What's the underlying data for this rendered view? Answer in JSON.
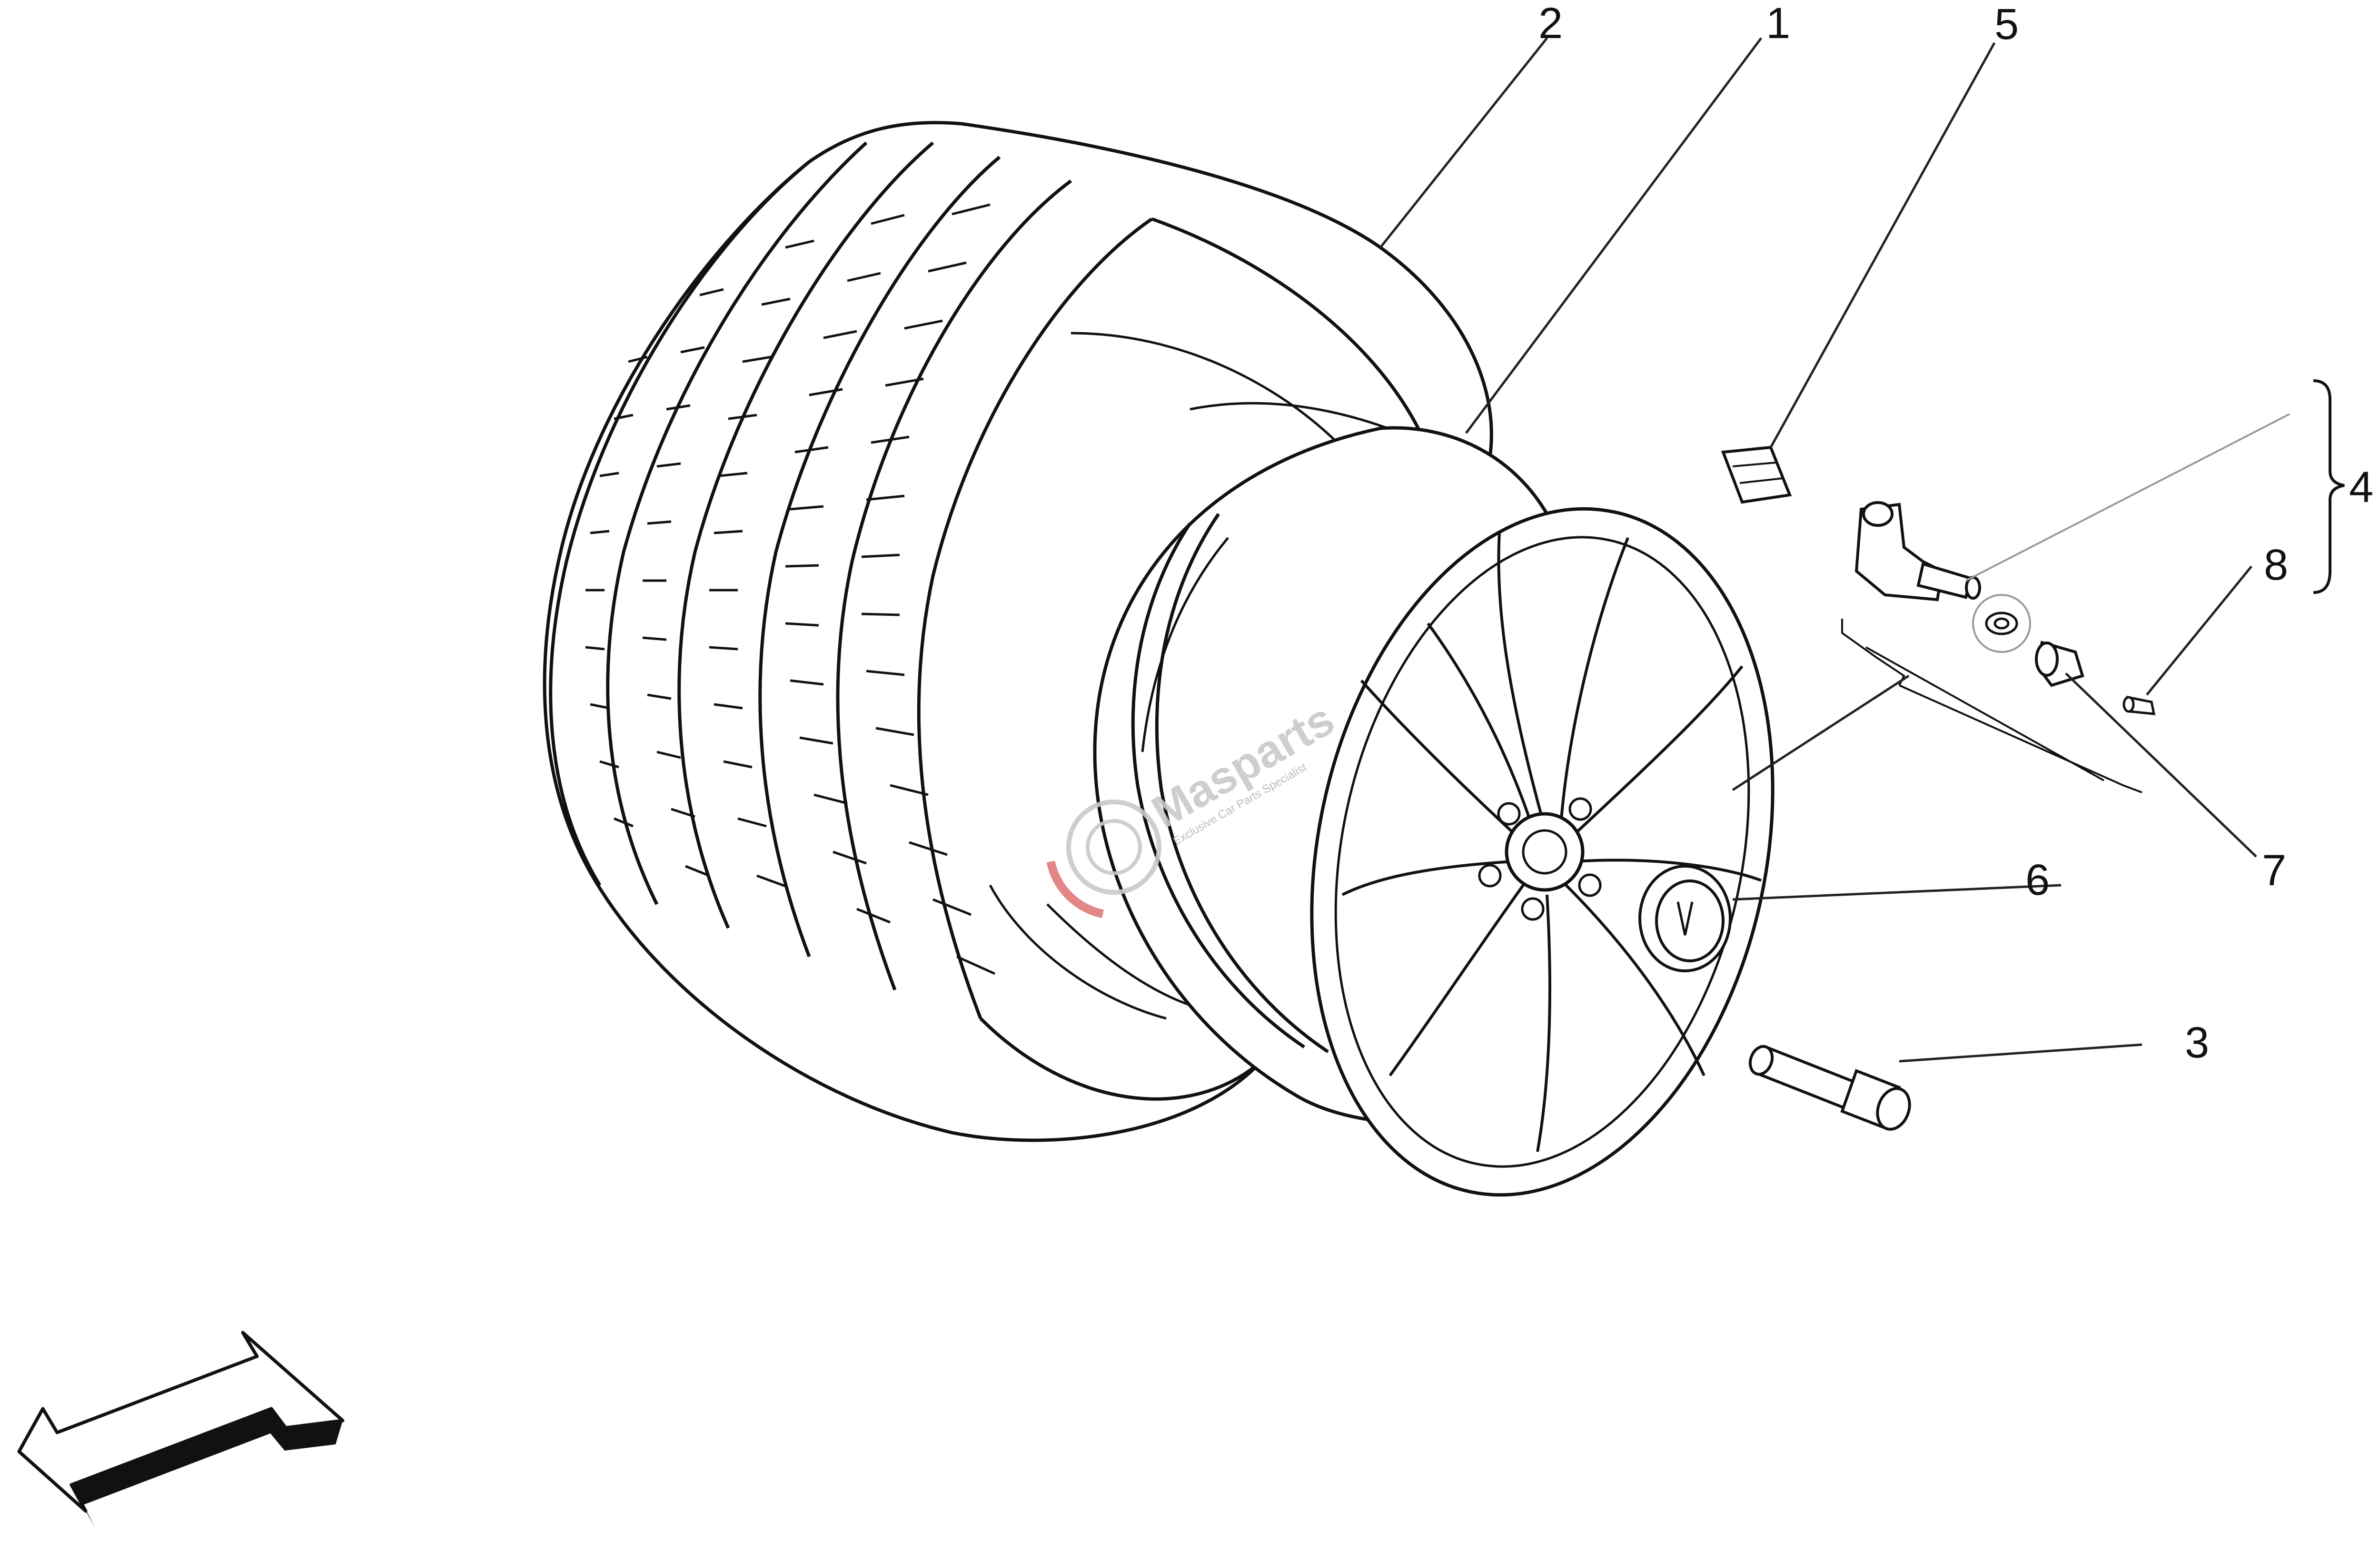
{
  "diagram": {
    "colors": {
      "line": "#111111",
      "leader": "#222222",
      "thin_leader": "#9a9a9a",
      "fill": "#ffffff",
      "watermark": "#c9c9c9",
      "watermark_accent": "#e07a7a"
    },
    "callouts": [
      {
        "id": "1",
        "label": "1"
      },
      {
        "id": "2",
        "label": "2"
      },
      {
        "id": "3",
        "label": "3"
      },
      {
        "id": "4",
        "label": "4"
      },
      {
        "id": "5",
        "label": "5"
      },
      {
        "id": "6",
        "label": "6"
      },
      {
        "id": "7",
        "label": "7"
      },
      {
        "id": "8",
        "label": "8"
      }
    ],
    "watermark": {
      "brand": "Masparts",
      "tagline": "Exclusive Car Parts Specialist"
    },
    "direction_arrow_icon": "arrow-down-left-icon"
  }
}
